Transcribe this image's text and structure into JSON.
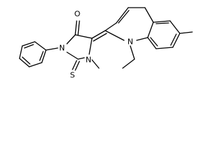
{
  "structure": {
    "atoms": [
      {
        "symbol": "O"
      },
      {
        "symbol": "N"
      },
      {
        "symbol": "N"
      },
      {
        "symbol": "S"
      },
      {
        "symbol": "N"
      }
    ]
  }
}
